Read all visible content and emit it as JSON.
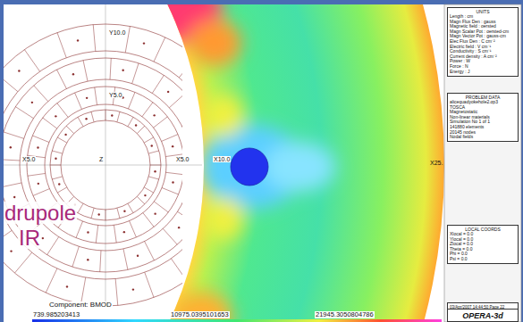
{
  "diagram": {
    "nodes": [
      {
        "text": [
          "UNITS",
          "Length : cm",
          "Magn Flux Den : gauss",
          "Magnetic field : oersted",
          "Magn Scalar Pot : oersted-cm",
          "Magn Vector Pot : gauss-cm",
          "Elec Flux Den : C cm⁻²",
          "Electric field : V cm⁻¹",
          "Conductivity : S cm⁻¹",
          "Current density : A cm⁻²",
          "Power : W",
          "Force : N",
          "Energy : J"
        ]
      },
      {
        "text": [
          "PROBLEM DATA",
          "alicequadyokehole2.op3",
          "TOSCA",
          "Magnetostatic",
          "Non-linear materials",
          "Simulation No 1 of 1",
          "141880 elements",
          "20145 nodes",
          "Nodal fields"
        ]
      },
      {
        "text": [
          "LOCAL COORDS",
          "Xlocal = 0.0",
          "Ylocal = 0.0",
          "Zlocal = 0.0",
          "Theta = 0.0",
          "Phi = 0.0",
          "Psi = 0.0"
        ]
      },
      {
        "text": [
          "03/Apr/2007 14:44:50 Page 22"
        ]
      },
      {
        "text": [
          "OPERA-3d"
        ]
      }
    ],
    "labels": [
      "Y10.0",
      "Y5.0",
      "X5.0",
      "Z",
      "X5.0",
      "X10.0",
      "X25.",
      "drupole",
      "IR",
      "Component: BMOD",
      "739.985203413",
      "10975.0395101653",
      "21945.3050804786"
    ]
  }
}
